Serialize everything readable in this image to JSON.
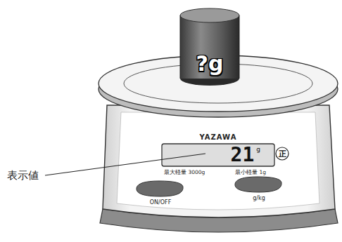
{
  "diagram": {
    "nodes": [
      {
        "text": [
          "?g"
        ]
      },
      {
        "text": [
          "21",
          "g"
        ]
      },
      {
        "text": [
          "正"
        ]
      }
    ],
    "labels": [
      "表示値",
      "YAZAWA",
      "最大軽量 3000g",
      "最小軽量 1g",
      "ON/OFF",
      "g/kg"
    ]
  }
}
